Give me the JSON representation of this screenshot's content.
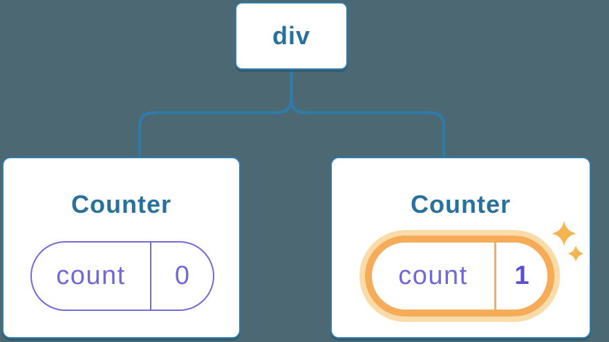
{
  "diagram": {
    "root": {
      "label": "div"
    },
    "children": [
      {
        "title": "Counter",
        "state": {
          "key": "count",
          "value": "0"
        },
        "highlighted": false
      },
      {
        "title": "Counter",
        "state": {
          "key": "count",
          "value": "1"
        },
        "highlighted": true
      }
    ]
  },
  "icons": {
    "sparkles": "✦"
  },
  "colors": {
    "background": "#4C6973",
    "node_fill": "#FFFFFF",
    "blue_stroke": "#2E7CAD",
    "blue_text": "#27719C",
    "purple": "#6E68D8",
    "purple_value": "#5A50D2",
    "orange": "#F5AB57",
    "orange_halo": "#FBDCA9",
    "sparkle": "#F4B44F"
  }
}
